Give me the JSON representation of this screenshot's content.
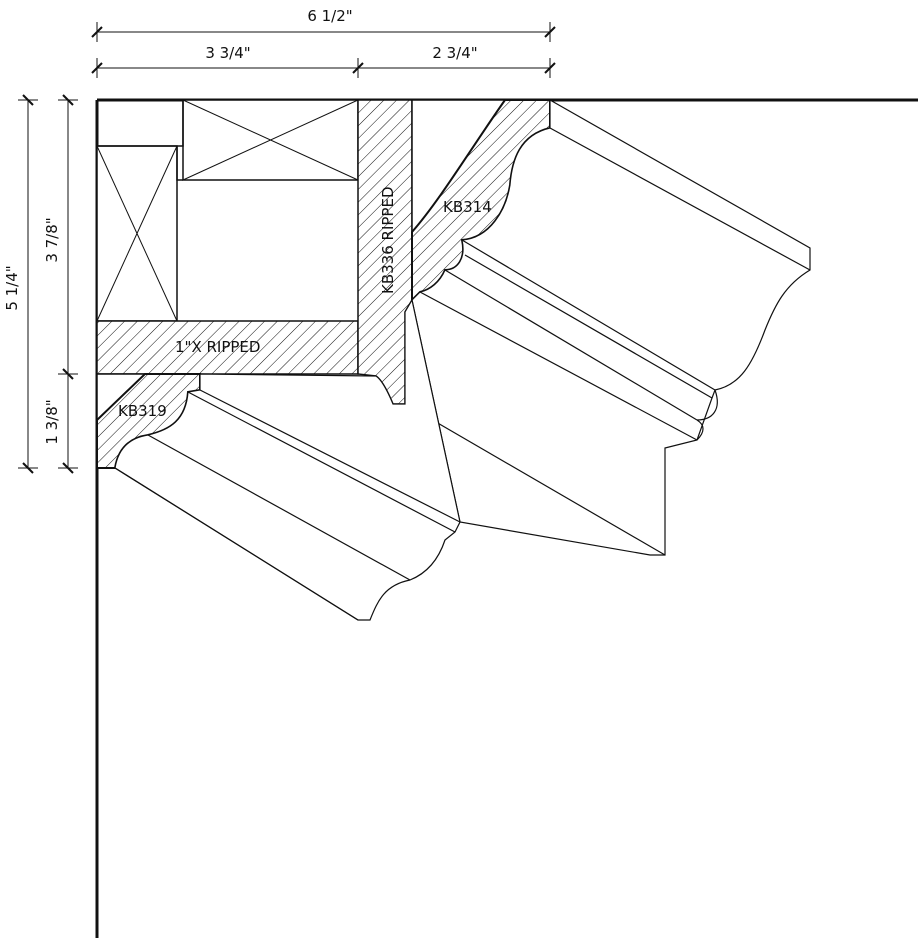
{
  "dimensions": {
    "overall_width": "6 1/2\"",
    "left_width": "3 3/4\"",
    "right_width": "2 3/4\"",
    "overall_height": "5 1/4\"",
    "upper_height": "3 7/8\"",
    "lower_height": "1 3/8\""
  },
  "labels": {
    "top_crown": "KB314",
    "vertical_ripped": "KB336 RIPPED",
    "horizontal_ripped": "1\"X RIPPED",
    "lower_crown": "KB319"
  },
  "colors": {
    "ink": "#111111",
    "background": "#ffffff"
  }
}
